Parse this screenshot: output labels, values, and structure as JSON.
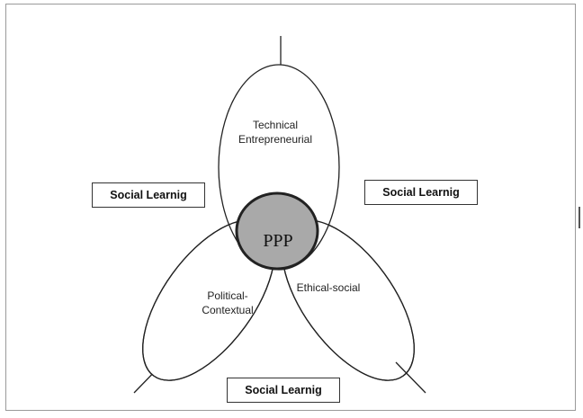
{
  "diagram": {
    "central_element": {
      "label": "PPP",
      "fill_color": "#a9a9a9"
    },
    "ellipses": [
      {
        "id": "technical",
        "lines": [
          "Technical",
          "Entrepreneurial"
        ]
      },
      {
        "id": "political",
        "lines": [
          "Political-",
          "Contextual"
        ]
      },
      {
        "id": "ethical",
        "lines": [
          "Ethical-social"
        ]
      }
    ],
    "boxes": [
      {
        "id": "left",
        "label": "Social Learnig"
      },
      {
        "id": "right",
        "label": "Social Learnig"
      },
      {
        "id": "bottom",
        "label": "Social Learnig"
      }
    ]
  }
}
